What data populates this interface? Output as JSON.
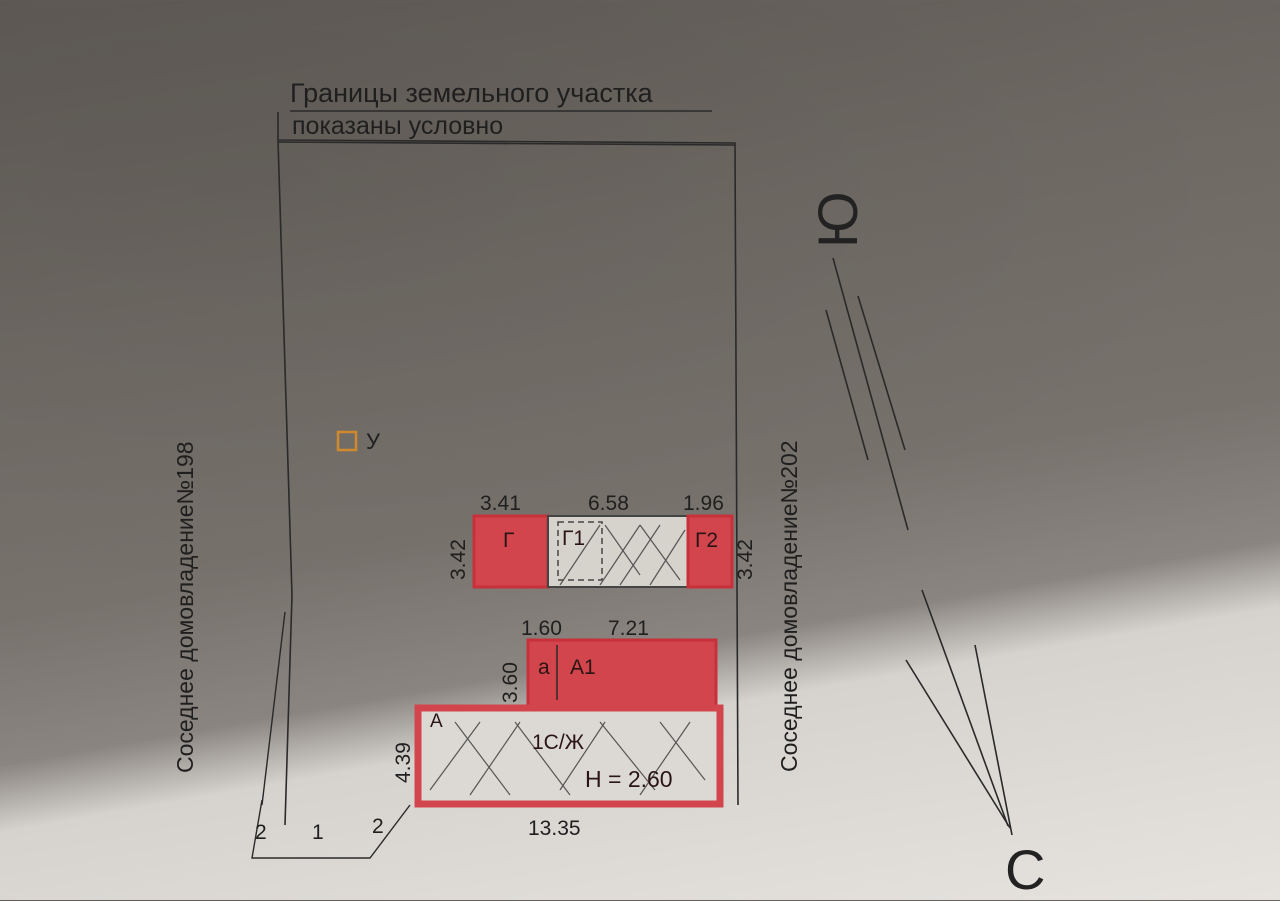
{
  "title": {
    "line1": "Границы земельного участка",
    "line2": "показаны условно"
  },
  "neighbors": {
    "left": "Соседнее домовладение№198",
    "right": "Соседнее домовладение№202"
  },
  "compass": {
    "top": "Ю",
    "bottom": "С"
  },
  "marker": {
    "label": "У"
  },
  "buildings": {
    "g": "Г",
    "g1": "Г1",
    "g2": "Г2",
    "a_small": "а",
    "a1": "А1",
    "a": "А",
    "main_label": "1С/Ж",
    "height_label": "Н = 2.60"
  },
  "dimensions": {
    "g_width": "3.41",
    "g1_width": "6.58",
    "g2_width": "1.96",
    "g_height": "3.42",
    "g2_height": "3.42",
    "a_width": "1.60",
    "a1_width": "7.21",
    "a1_height": "3.60",
    "main_height": "4.39",
    "main_width": "13.35",
    "edge_2a": "2",
    "edge_1": "1",
    "edge_2b": "2"
  },
  "colors": {
    "building_fill": "#d2454d",
    "building_stroke": "#c8303a",
    "line": "#2a2a2a",
    "marker": "#d08a2c"
  }
}
